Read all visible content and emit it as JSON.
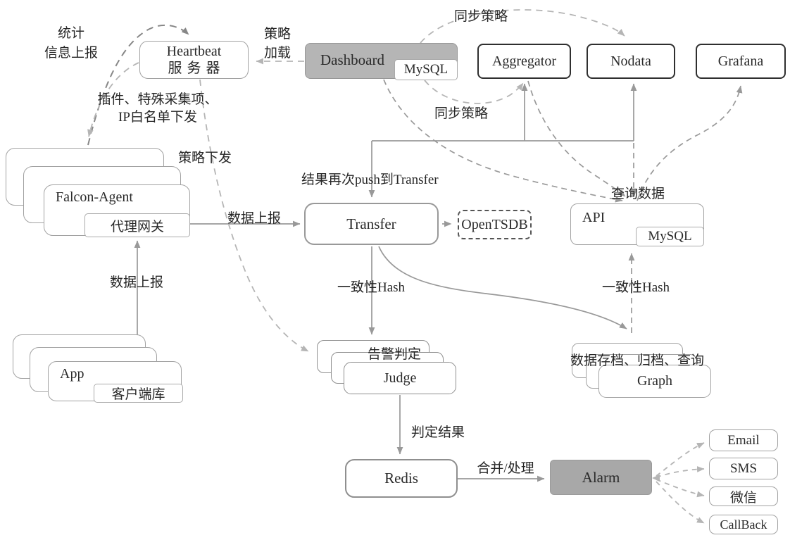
{
  "nodes": {
    "heartbeat_line1": "Heartbeat",
    "heartbeat_line2": "服务器",
    "dashboard": "Dashboard",
    "dashboard_mysql": "MySQL",
    "aggregator": "Aggregator",
    "nodata": "Nodata",
    "grafana": "Grafana",
    "falcon_agent": "Falcon-Agent",
    "proxy_gateway": "代理网关",
    "app": "App",
    "client_lib": "客户端库",
    "transfer": "Transfer",
    "opentsdb": "OpenTSDB",
    "api": "API",
    "api_mysql": "MySQL",
    "judge_back": "告警判定",
    "judge": "Judge",
    "graph": "Graph",
    "redis": "Redis",
    "alarm": "Alarm",
    "email": "Email",
    "sms": "SMS",
    "wechat": "微信",
    "callback": "CallBack"
  },
  "labels": {
    "stats_report_l1": "统计",
    "stats_report_l2": "信息上报",
    "policy_load_l1": "策略",
    "policy_load_l2": "加载",
    "sync_policy_top": "同步策略",
    "sync_policy_mid": "同步策略",
    "plugin_dispatch_l1": "插件、特殊采集项、",
    "plugin_dispatch_l2": "IP白名单下发",
    "policy_dispatch": "策略下发",
    "push_to_transfer": "结果再次push到Transfer",
    "data_report_left": "数据上报",
    "data_report_bottom": "数据上报",
    "query_data": "查询数据",
    "hash_left": "一致性Hash",
    "hash_right": "一致性Hash",
    "graph_caption": "数据存档、归档、查询",
    "judge_result": "判定结果",
    "merge_process": "合并/处理"
  },
  "colors": {
    "solid_line": "#999999",
    "dashed_dark": "#878787",
    "dashed_light": "#b5b5b5",
    "node_fill_gray": "#b5b5b5",
    "alarm_fill": "#a8a8a8",
    "dark_border": "#2f2f2f",
    "light_border": "#a2a2a2",
    "text": "#262626"
  }
}
